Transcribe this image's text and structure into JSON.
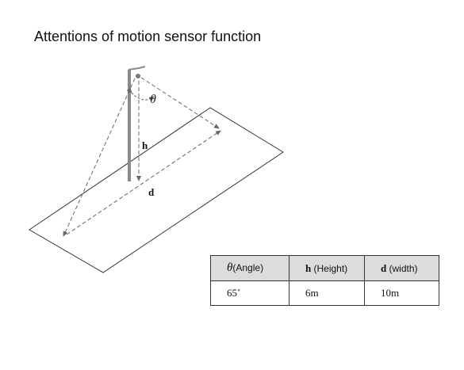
{
  "title": "Attentions of motion sensor function",
  "diagram": {
    "theta_label": "θ",
    "height_label": "h",
    "distance_label": "d"
  },
  "table": {
    "headers": [
      {
        "symbol": "θ",
        "label": "(Angle)"
      },
      {
        "symbol": "h",
        "label": "(Height)"
      },
      {
        "symbol": "d",
        "label": "(width)"
      }
    ],
    "values": [
      "65˚",
      "6m",
      "10m"
    ]
  }
}
